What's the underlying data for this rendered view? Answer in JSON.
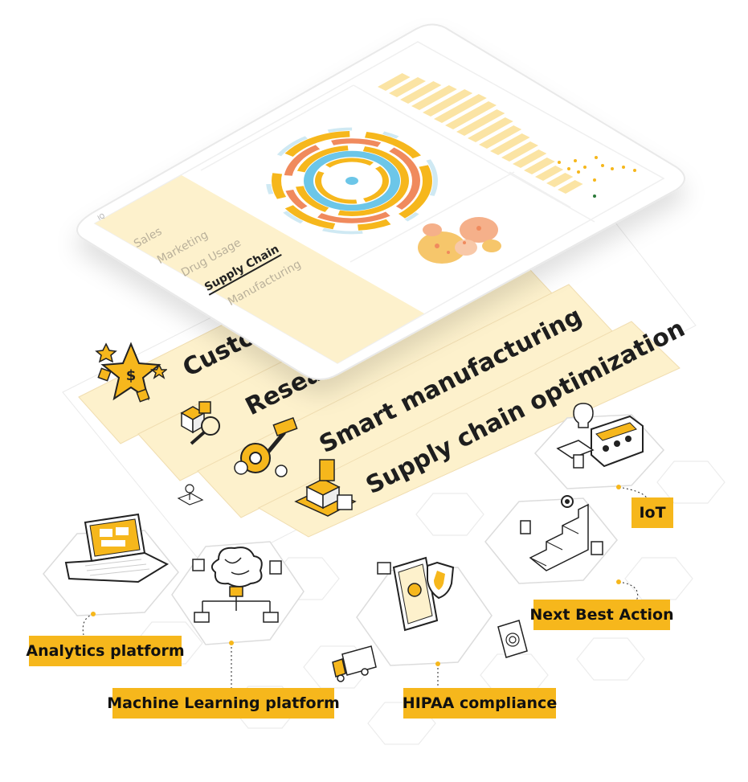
{
  "tablet": {
    "app_label": "IQ",
    "nav_items": [
      "Sales",
      "Marketing",
      "Drug Usage",
      "Supply Chain",
      "Manufacturing"
    ],
    "active_nav": "Supply Chain"
  },
  "use_cases": [
    "Custo",
    "Resea",
    "Smart manufacturing",
    "Supply chain optimization"
  ],
  "platform_labels": {
    "iot": "IoT",
    "next_best_action": "Next Best Action",
    "analytics_platform": "Analytics platform",
    "machine_learning_platform": "Machine Learning platform",
    "hipaa_compliance": "HIPAA compliance"
  },
  "colors": {
    "accent": "#f6b71c",
    "cream": "#fdf1cc",
    "blue": "#6cc6e8",
    "coral": "#f08a5d",
    "ink": "#1e1e1e"
  },
  "icons": [
    "dollar-star-icon",
    "magnifier-blocks-icon",
    "robot-arm-gears-icon",
    "pallet-boxes-icon",
    "laptop-dashboard-icon",
    "brain-network-icon",
    "phone-shield-icon",
    "stairs-target-icon",
    "lightbulb-radio-icon",
    "truck-icon",
    "fingerprint-phone-icon"
  ]
}
